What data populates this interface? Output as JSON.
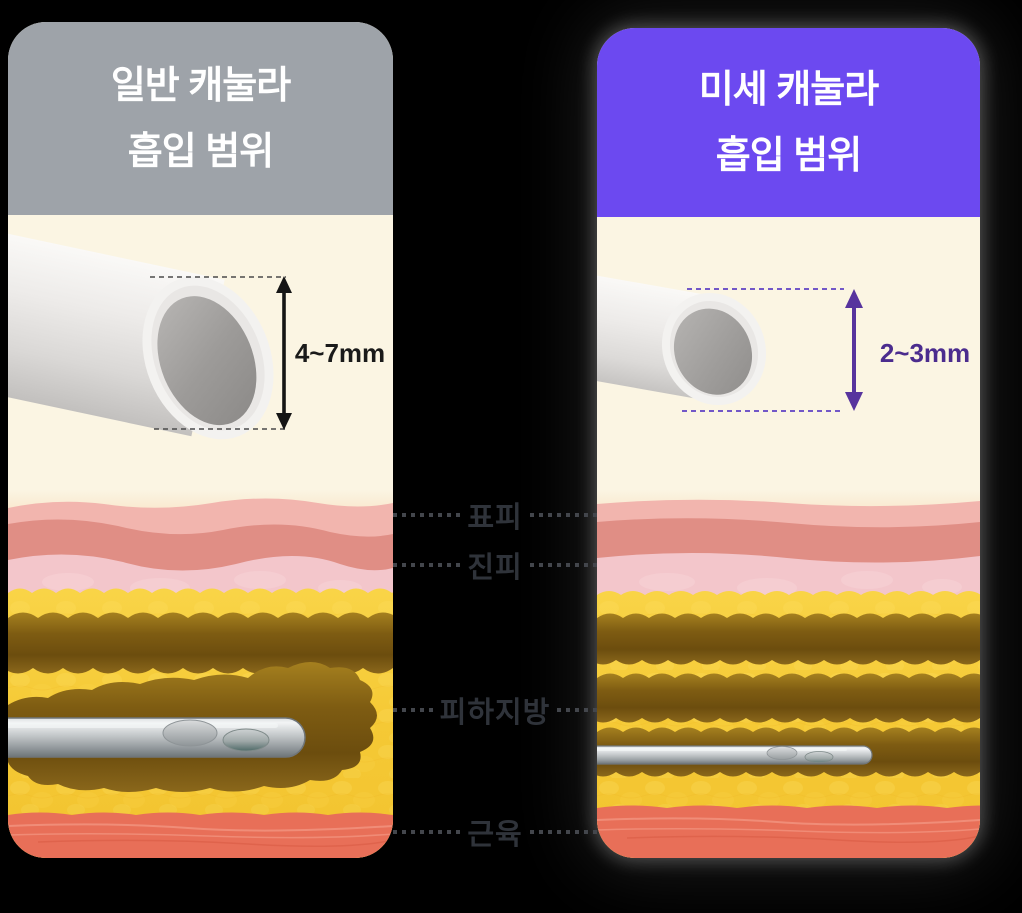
{
  "canvas": {
    "background": "#000000"
  },
  "left_panel": {
    "name": "일반 캐눌라 흡입 범위",
    "title_line1": "일반 캐눌라",
    "title_line2": "흡입 범위",
    "header_color": "#9EA3A9",
    "body_color": "#FBF5E3",
    "measurement_label": "4~7mm",
    "measurement_color": "#1A1A1A"
  },
  "right_panel": {
    "name": "미세 캐눌라 흡입 범위",
    "title_line1": "미세 캐눌라",
    "title_line2": "흡입 범위",
    "header_color": "#6C49F0",
    "body_color": "#FBF5E3",
    "measurement_label": "2~3mm",
    "measurement_color": "#4B2C8E",
    "glow": "rgba(255,255,255,0.25)"
  },
  "layer_labels": {
    "epidermis": "표피",
    "dermis": "진피",
    "subcutaneous_fat": "피하지방",
    "muscle": "근육"
  },
  "illustration_colors": {
    "epidermis_light": "#F2B5AE",
    "epidermis_dark": "#E08E85",
    "dermis": "#F3C6CB",
    "fat_yellow": "#F6CB39",
    "fat_removed_brown": "#7E5C12",
    "muscle_red": "#E86F58",
    "cannula_metal": "#B9BDBF",
    "label_text": "#2F333A"
  }
}
